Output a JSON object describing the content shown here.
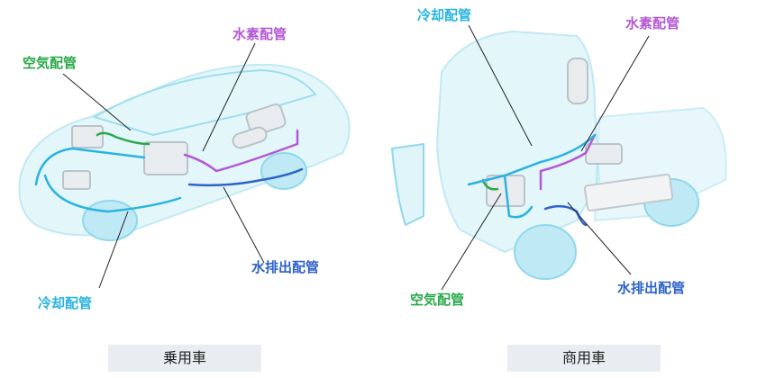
{
  "colors": {
    "air": "#2aa84a",
    "hydrogen": "#b457d4",
    "coolant": "#29b3e0",
    "water_exhaust": "#2d62c8",
    "body_tint": "#7fd6ea",
    "caption_bg": "#e9edf1"
  },
  "passenger": {
    "caption": "乗用車",
    "labels": {
      "air": "空気配管",
      "hydrogen": "水素配管",
      "coolant": "冷却配管",
      "water_exhaust": "水排出配管"
    }
  },
  "commercial": {
    "caption": "商用車",
    "labels": {
      "coolant": "冷却配管",
      "hydrogen": "水素配管",
      "air": "空気配管",
      "water_exhaust": "水排出配管"
    }
  }
}
